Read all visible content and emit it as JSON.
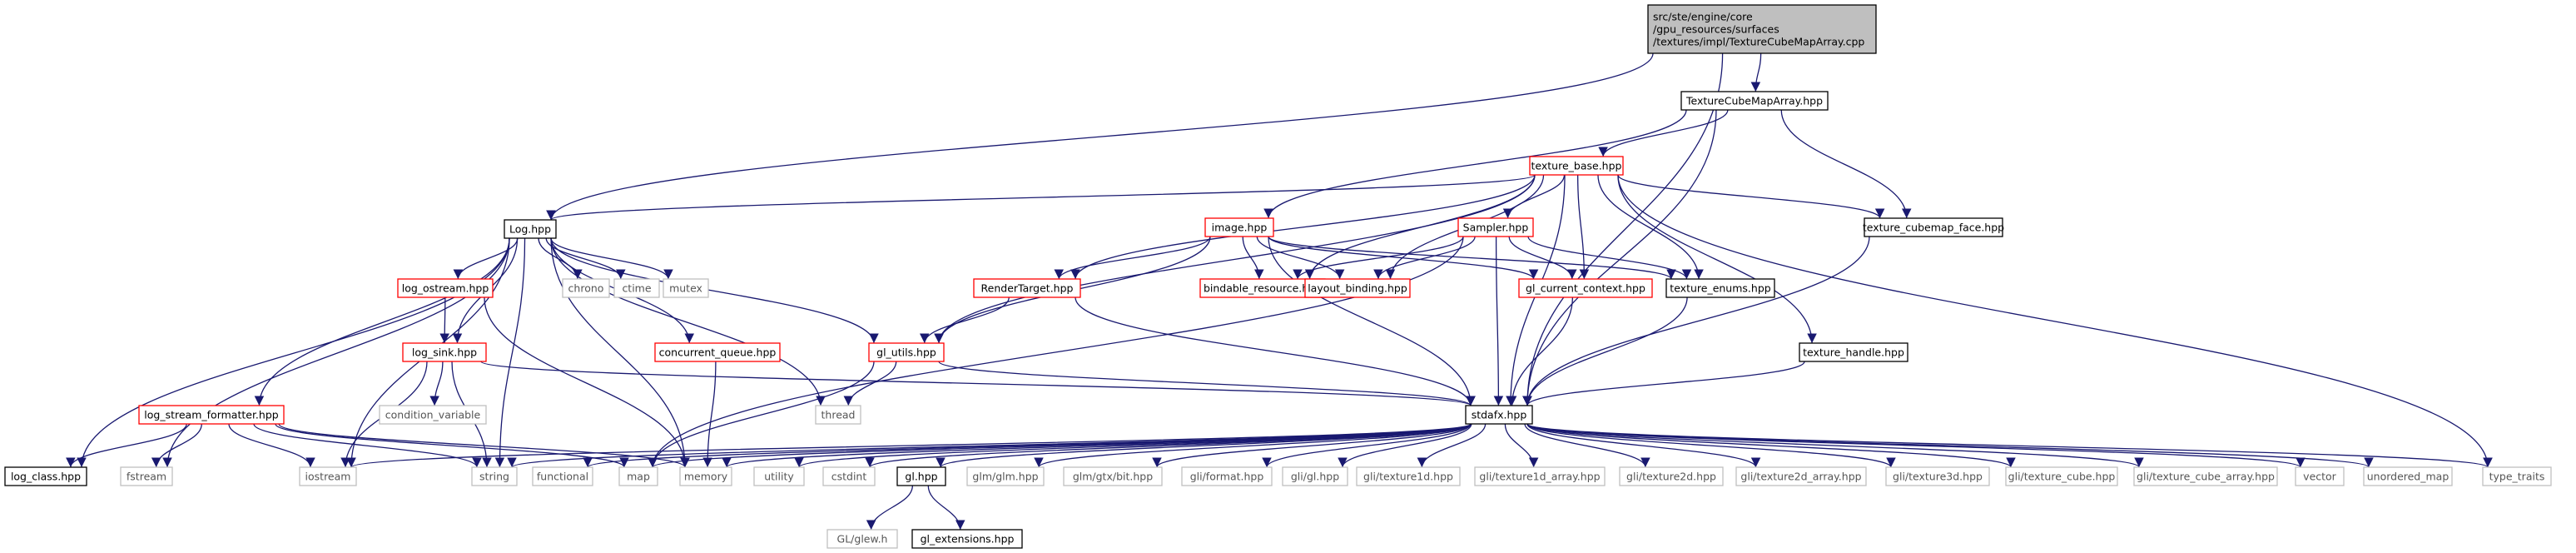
{
  "colors": {
    "edge": "#191970",
    "box_normal": "#000000",
    "box_truncated": "#ff0000",
    "box_external": "#bfbfbf",
    "box_root_fill": "#bfbfbf",
    "text_normal": "#000000",
    "text_external": "#555555"
  },
  "nodes": [
    {
      "id": "root",
      "kind": "root",
      "lines": [
        "src/ste/engine/core",
        "/gpu_resources/surfaces",
        "/textures/impl/TextureCubeMapArray.cpp"
      ]
    },
    {
      "id": "TextureCubeMapArray_hpp",
      "kind": "normal",
      "lines": [
        "TextureCubeMapArray.hpp"
      ]
    },
    {
      "id": "texture_base_hpp",
      "kind": "truncated",
      "lines": [
        "texture_base.hpp"
      ]
    },
    {
      "id": "Log_hpp",
      "kind": "normal",
      "lines": [
        "Log.hpp"
      ]
    },
    {
      "id": "image_hpp",
      "kind": "truncated",
      "lines": [
        "image.hpp"
      ]
    },
    {
      "id": "Sampler_hpp",
      "kind": "truncated",
      "lines": [
        "Sampler.hpp"
      ]
    },
    {
      "id": "texture_cubemap_face_hpp",
      "kind": "normal",
      "lines": [
        "texture_cubemap_face.hpp"
      ]
    },
    {
      "id": "chrono",
      "kind": "external",
      "lines": [
        "chrono"
      ]
    },
    {
      "id": "ctime",
      "kind": "external",
      "lines": [
        "ctime"
      ]
    },
    {
      "id": "mutex",
      "kind": "external",
      "lines": [
        "mutex"
      ]
    },
    {
      "id": "log_ostream_hpp",
      "kind": "truncated",
      "lines": [
        "log_ostream.hpp"
      ]
    },
    {
      "id": "RenderTarget_hpp",
      "kind": "truncated",
      "lines": [
        "RenderTarget.hpp"
      ]
    },
    {
      "id": "bindable_resource_hpp",
      "kind": "truncated",
      "lines": [
        "bindable_resource.hpp"
      ]
    },
    {
      "id": "layout_binding_hpp",
      "kind": "truncated",
      "lines": [
        "layout_binding.hpp"
      ]
    },
    {
      "id": "gl_current_context_hpp",
      "kind": "truncated",
      "lines": [
        "gl_current_context.hpp"
      ]
    },
    {
      "id": "texture_enums_hpp",
      "kind": "normal",
      "lines": [
        "texture_enums.hpp"
      ]
    },
    {
      "id": "log_sink_hpp",
      "kind": "truncated",
      "lines": [
        "log_sink.hpp"
      ]
    },
    {
      "id": "concurrent_queue_hpp",
      "kind": "truncated",
      "lines": [
        "concurrent_queue.hpp"
      ]
    },
    {
      "id": "gl_utils_hpp",
      "kind": "truncated",
      "lines": [
        "gl_utils.hpp"
      ]
    },
    {
      "id": "texture_handle_hpp",
      "kind": "normal",
      "lines": [
        "texture_handle.hpp"
      ]
    },
    {
      "id": "condition_variable",
      "kind": "external",
      "lines": [
        "condition_variable"
      ]
    },
    {
      "id": "thread",
      "kind": "external",
      "lines": [
        "thread"
      ]
    },
    {
      "id": "log_stream_formatter_hpp",
      "kind": "truncated",
      "lines": [
        "log_stream_formatter.hpp"
      ]
    },
    {
      "id": "stdafx_hpp",
      "kind": "normal",
      "lines": [
        "stdafx.hpp"
      ]
    },
    {
      "id": "log_class_hpp",
      "kind": "normal",
      "lines": [
        "log_class.hpp"
      ]
    },
    {
      "id": "fstream",
      "kind": "external",
      "lines": [
        "fstream"
      ]
    },
    {
      "id": "iostream",
      "kind": "external",
      "lines": [
        "iostream"
      ]
    },
    {
      "id": "string",
      "kind": "external",
      "lines": [
        "string"
      ]
    },
    {
      "id": "functional",
      "kind": "external",
      "lines": [
        "functional"
      ]
    },
    {
      "id": "map",
      "kind": "external",
      "lines": [
        "map"
      ]
    },
    {
      "id": "memory",
      "kind": "external",
      "lines": [
        "memory"
      ]
    },
    {
      "id": "utility",
      "kind": "external",
      "lines": [
        "utility"
      ]
    },
    {
      "id": "cstdint",
      "kind": "external",
      "lines": [
        "cstdint"
      ]
    },
    {
      "id": "gl_hpp",
      "kind": "normal",
      "lines": [
        "gl.hpp"
      ]
    },
    {
      "id": "glm_glm_hpp",
      "kind": "external",
      "lines": [
        "glm/glm.hpp"
      ]
    },
    {
      "id": "glm_gtx_bit_hpp",
      "kind": "external",
      "lines": [
        "glm/gtx/bit.hpp"
      ]
    },
    {
      "id": "gli_format_hpp",
      "kind": "external",
      "lines": [
        "gli/format.hpp"
      ]
    },
    {
      "id": "gli_gl_hpp",
      "kind": "external",
      "lines": [
        "gli/gl.hpp"
      ]
    },
    {
      "id": "gli_texture1d_hpp",
      "kind": "external",
      "lines": [
        "gli/texture1d.hpp"
      ]
    },
    {
      "id": "gli_texture1d_array_hpp",
      "kind": "external",
      "lines": [
        "gli/texture1d_array.hpp"
      ]
    },
    {
      "id": "gli_texture2d_hpp",
      "kind": "external",
      "lines": [
        "gli/texture2d.hpp"
      ]
    },
    {
      "id": "gli_texture2d_array_hpp",
      "kind": "external",
      "lines": [
        "gli/texture2d_array.hpp"
      ]
    },
    {
      "id": "gli_texture3d_hpp",
      "kind": "external",
      "lines": [
        "gli/texture3d.hpp"
      ]
    },
    {
      "id": "gli_texture_cube_hpp",
      "kind": "external",
      "lines": [
        "gli/texture_cube.hpp"
      ]
    },
    {
      "id": "gli_texture_cube_array_hpp",
      "kind": "external",
      "lines": [
        "gli/texture_cube_array.hpp"
      ]
    },
    {
      "id": "vector",
      "kind": "external",
      "lines": [
        "vector"
      ]
    },
    {
      "id": "unordered_map",
      "kind": "external",
      "lines": [
        "unordered_map"
      ]
    },
    {
      "id": "type_traits",
      "kind": "external",
      "lines": [
        "type_traits"
      ]
    },
    {
      "id": "GL_glew_h",
      "kind": "external",
      "lines": [
        "GL/glew.h"
      ]
    },
    {
      "id": "gl_extensions_hpp",
      "kind": "normal",
      "lines": [
        "gl_extensions.hpp"
      ]
    }
  ],
  "edges": [
    [
      "root",
      "TextureCubeMapArray_hpp"
    ],
    [
      "root",
      "Log_hpp"
    ],
    [
      "root",
      "stdafx_hpp"
    ],
    [
      "TextureCubeMapArray_hpp",
      "texture_base_hpp"
    ],
    [
      "TextureCubeMapArray_hpp",
      "image_hpp"
    ],
    [
      "TextureCubeMapArray_hpp",
      "texture_cubemap_face_hpp"
    ],
    [
      "TextureCubeMapArray_hpp",
      "stdafx_hpp"
    ],
    [
      "texture_base_hpp",
      "Log_hpp"
    ],
    [
      "texture_base_hpp",
      "RenderTarget_hpp"
    ],
    [
      "texture_base_hpp",
      "bindable_resource_hpp"
    ],
    [
      "texture_base_hpp",
      "layout_binding_hpp"
    ],
    [
      "texture_base_hpp",
      "Sampler_hpp"
    ],
    [
      "texture_base_hpp",
      "gl_current_context_hpp"
    ],
    [
      "texture_base_hpp",
      "texture_enums_hpp"
    ],
    [
      "texture_base_hpp",
      "texture_cubemap_face_hpp"
    ],
    [
      "texture_base_hpp",
      "gl_utils_hpp"
    ],
    [
      "texture_base_hpp",
      "texture_handle_hpp"
    ],
    [
      "texture_base_hpp",
      "stdafx_hpp"
    ],
    [
      "texture_base_hpp",
      "type_traits"
    ],
    [
      "Log_hpp",
      "log_ostream_hpp"
    ],
    [
      "Log_hpp",
      "log_sink_hpp"
    ],
    [
      "Log_hpp",
      "chrono"
    ],
    [
      "Log_hpp",
      "ctime"
    ],
    [
      "Log_hpp",
      "mutex"
    ],
    [
      "Log_hpp",
      "concurrent_queue_hpp"
    ],
    [
      "Log_hpp",
      "thread"
    ],
    [
      "Log_hpp",
      "log_stream_formatter_hpp"
    ],
    [
      "Log_hpp",
      "log_class_hpp"
    ],
    [
      "Log_hpp",
      "fstream"
    ],
    [
      "Log_hpp",
      "iostream"
    ],
    [
      "Log_hpp",
      "string"
    ],
    [
      "Log_hpp",
      "memory"
    ],
    [
      "Log_hpp",
      "gl_utils_hpp"
    ],
    [
      "image_hpp",
      "RenderTarget_hpp"
    ],
    [
      "image_hpp",
      "bindable_resource_hpp"
    ],
    [
      "image_hpp",
      "layout_binding_hpp"
    ],
    [
      "image_hpp",
      "gl_current_context_hpp"
    ],
    [
      "image_hpp",
      "texture_enums_hpp"
    ],
    [
      "image_hpp",
      "gl_utils_hpp"
    ],
    [
      "image_hpp",
      "stdafx_hpp"
    ],
    [
      "Sampler_hpp",
      "bindable_resource_hpp"
    ],
    [
      "Sampler_hpp",
      "layout_binding_hpp"
    ],
    [
      "Sampler_hpp",
      "gl_current_context_hpp"
    ],
    [
      "Sampler_hpp",
      "texture_enums_hpp"
    ],
    [
      "Sampler_hpp",
      "stdafx_hpp"
    ],
    [
      "Sampler_hpp",
      "map"
    ],
    [
      "texture_cubemap_face_hpp",
      "stdafx_hpp"
    ],
    [
      "log_ostream_hpp",
      "log_sink_hpp"
    ],
    [
      "log_ostream_hpp",
      "memory"
    ],
    [
      "RenderTarget_hpp",
      "gl_utils_hpp"
    ],
    [
      "RenderTarget_hpp",
      "stdafx_hpp"
    ],
    [
      "gl_current_context_hpp",
      "stdafx_hpp"
    ],
    [
      "texture_enums_hpp",
      "stdafx_hpp"
    ],
    [
      "log_sink_hpp",
      "condition_variable"
    ],
    [
      "log_sink_hpp",
      "stdafx_hpp"
    ],
    [
      "log_sink_hpp",
      "iostream"
    ],
    [
      "log_sink_hpp",
      "string"
    ],
    [
      "concurrent_queue_hpp",
      "memory"
    ],
    [
      "gl_utils_hpp",
      "thread"
    ],
    [
      "gl_utils_hpp",
      "stdafx_hpp"
    ],
    [
      "gl_utils_hpp",
      "map"
    ],
    [
      "texture_handle_hpp",
      "stdafx_hpp"
    ],
    [
      "log_stream_formatter_hpp",
      "log_class_hpp"
    ],
    [
      "log_stream_formatter_hpp",
      "fstream"
    ],
    [
      "log_stream_formatter_hpp",
      "iostream"
    ],
    [
      "log_stream_formatter_hpp",
      "string"
    ],
    [
      "log_stream_formatter_hpp",
      "map"
    ],
    [
      "log_stream_formatter_hpp",
      "memory"
    ],
    [
      "stdafx_hpp",
      "iostream"
    ],
    [
      "stdafx_hpp",
      "string"
    ],
    [
      "stdafx_hpp",
      "functional"
    ],
    [
      "stdafx_hpp",
      "map"
    ],
    [
      "stdafx_hpp",
      "memory"
    ],
    [
      "stdafx_hpp",
      "utility"
    ],
    [
      "stdafx_hpp",
      "cstdint"
    ],
    [
      "stdafx_hpp",
      "gl_hpp"
    ],
    [
      "stdafx_hpp",
      "glm_glm_hpp"
    ],
    [
      "stdafx_hpp",
      "glm_gtx_bit_hpp"
    ],
    [
      "stdafx_hpp",
      "gli_format_hpp"
    ],
    [
      "stdafx_hpp",
      "gli_gl_hpp"
    ],
    [
      "stdafx_hpp",
      "gli_texture1d_hpp"
    ],
    [
      "stdafx_hpp",
      "gli_texture1d_array_hpp"
    ],
    [
      "stdafx_hpp",
      "gli_texture2d_hpp"
    ],
    [
      "stdafx_hpp",
      "gli_texture2d_array_hpp"
    ],
    [
      "stdafx_hpp",
      "gli_texture3d_hpp"
    ],
    [
      "stdafx_hpp",
      "gli_texture_cube_hpp"
    ],
    [
      "stdafx_hpp",
      "gli_texture_cube_array_hpp"
    ],
    [
      "stdafx_hpp",
      "vector"
    ],
    [
      "stdafx_hpp",
      "unordered_map"
    ],
    [
      "stdafx_hpp",
      "type_traits"
    ],
    [
      "gl_hpp",
      "GL_glew_h"
    ],
    [
      "gl_hpp",
      "gl_extensions_hpp"
    ]
  ]
}
